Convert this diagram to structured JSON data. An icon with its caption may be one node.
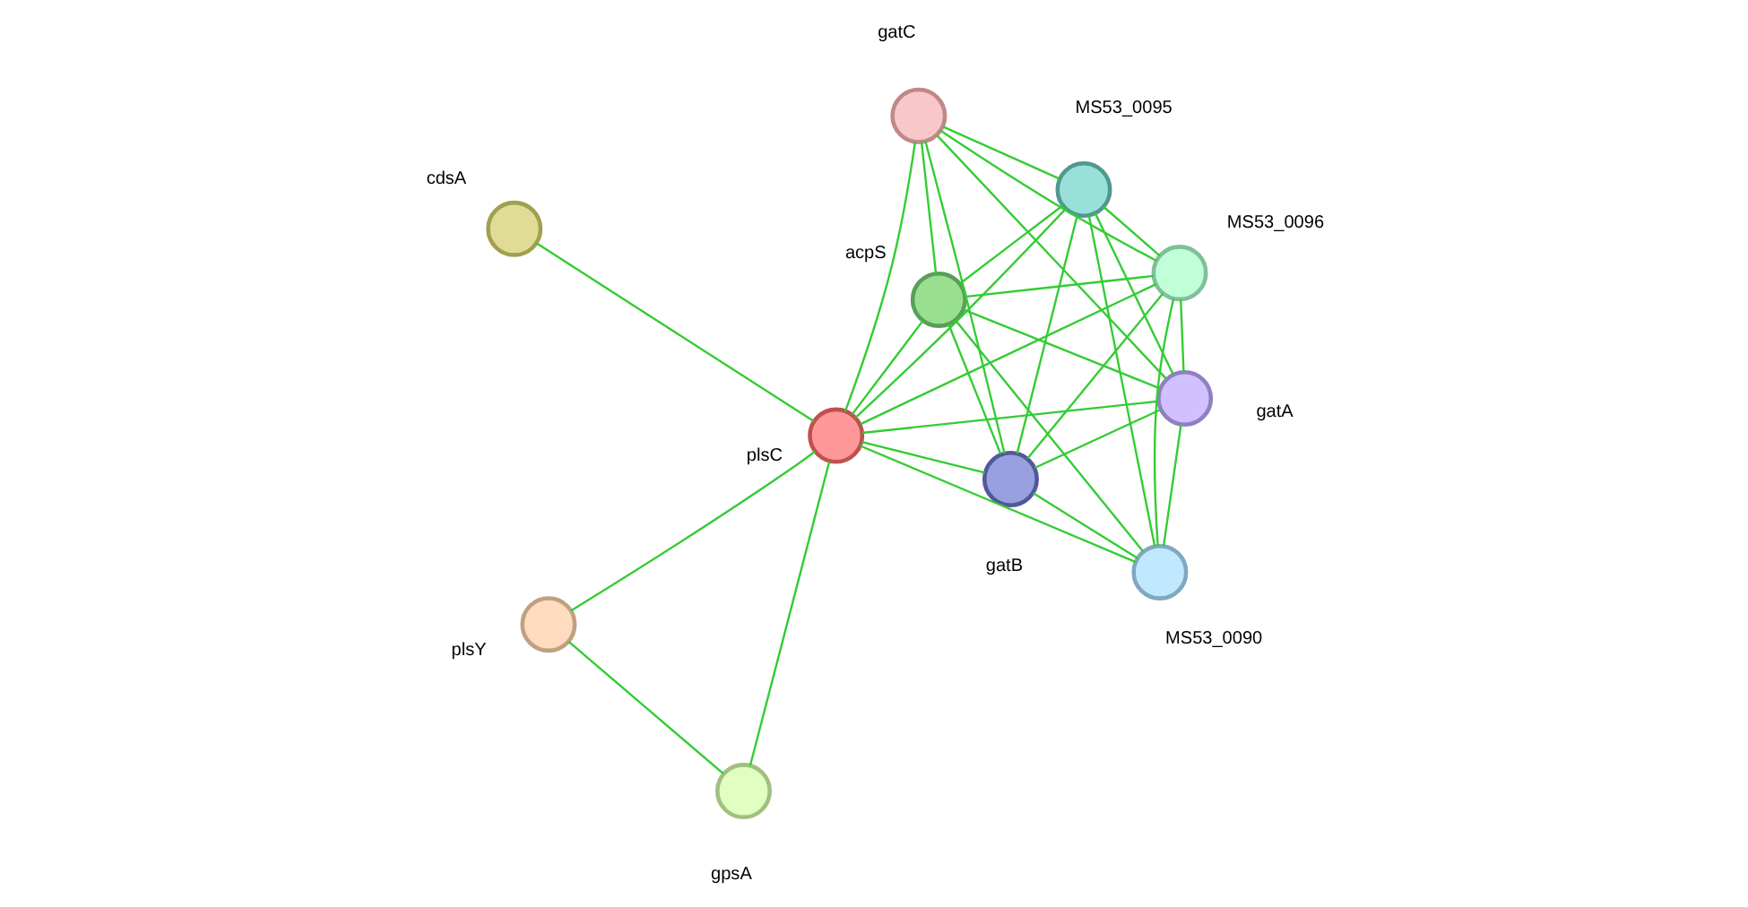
{
  "diagram": {
    "nodes": [
      {
        "text": [],
        "shape": "circle",
        "beside": [
          "gpsA"
        ]
      },
      {
        "text": [],
        "shape": "circle",
        "beside": [
          "plsY"
        ]
      },
      {
        "text": [],
        "shape": "circle",
        "beside": [
          "cdsA"
        ]
      },
      {
        "text": [],
        "shape": "circle",
        "beside": [
          "plsC"
        ]
      },
      {
        "text": [],
        "shape": "circle",
        "beside": [
          "gatB"
        ]
      },
      {
        "text": [],
        "shape": "circle",
        "beside": [
          "acpS"
        ]
      },
      {
        "text": [],
        "shape": "circle",
        "beside": [
          "gatA"
        ]
      },
      {
        "text": [],
        "shape": "circle",
        "beside": [
          "MS53_0096"
        ]
      },
      {
        "text": [],
        "shape": "circle",
        "beside": [
          "MS53_0090"
        ]
      },
      {
        "text": [],
        "shape": "circle",
        "beside": [
          "gatC"
        ]
      },
      {
        "text": [],
        "shape": "circle",
        "beside": [
          "MS53_0095"
        ]
      }
    ],
    "edges": [
      {
        "from": 1,
        "to": 0,
        "arrow": "none"
      },
      {
        "from": 0,
        "to": 3,
        "arrow": "none"
      },
      {
        "from": 1,
        "to": 3,
        "arrow": "none"
      },
      {
        "from": 2,
        "to": 3,
        "arrow": "none"
      },
      {
        "from": 3,
        "to": 4,
        "arrow": "none"
      },
      {
        "from": 3,
        "to": 5,
        "arrow": "none"
      },
      {
        "from": 3,
        "to": 6,
        "arrow": "none"
      },
      {
        "from": 3,
        "to": 7,
        "arrow": "none"
      },
      {
        "from": 3,
        "to": 8,
        "arrow": "none"
      },
      {
        "from": 3,
        "to": 9,
        "arrow": "none"
      },
      {
        "from": 3,
        "to": 10,
        "arrow": "none"
      },
      {
        "from": 4,
        "to": 5,
        "arrow": "none"
      },
      {
        "from": 4,
        "to": 6,
        "arrow": "none"
      },
      {
        "from": 4,
        "to": 7,
        "arrow": "none"
      },
      {
        "from": 4,
        "to": 8,
        "arrow": "none"
      },
      {
        "from": 4,
        "to": 9,
        "arrow": "none"
      },
      {
        "from": 4,
        "to": 10,
        "arrow": "none"
      },
      {
        "from": 5,
        "to": 6,
        "arrow": "none"
      },
      {
        "from": 5,
        "to": 7,
        "arrow": "none"
      },
      {
        "from": 5,
        "to": 8,
        "arrow": "none"
      },
      {
        "from": 5,
        "to": 9,
        "arrow": "none"
      },
      {
        "from": 5,
        "to": 10,
        "arrow": "none"
      },
      {
        "from": 6,
        "to": 7,
        "arrow": "none"
      },
      {
        "from": 6,
        "to": 8,
        "arrow": "none"
      },
      {
        "from": 6,
        "to": 9,
        "arrow": "none"
      },
      {
        "from": 6,
        "to": 10,
        "arrow": "none"
      },
      {
        "from": 7,
        "to": 8,
        "arrow": "none"
      },
      {
        "from": 7,
        "to": 9,
        "arrow": "none"
      },
      {
        "from": 7,
        "to": 10,
        "arrow": "none"
      },
      {
        "from": 8,
        "to": 10,
        "arrow": "none"
      },
      {
        "from": 9,
        "to": 10,
        "arrow": "none"
      }
    ]
  }
}
